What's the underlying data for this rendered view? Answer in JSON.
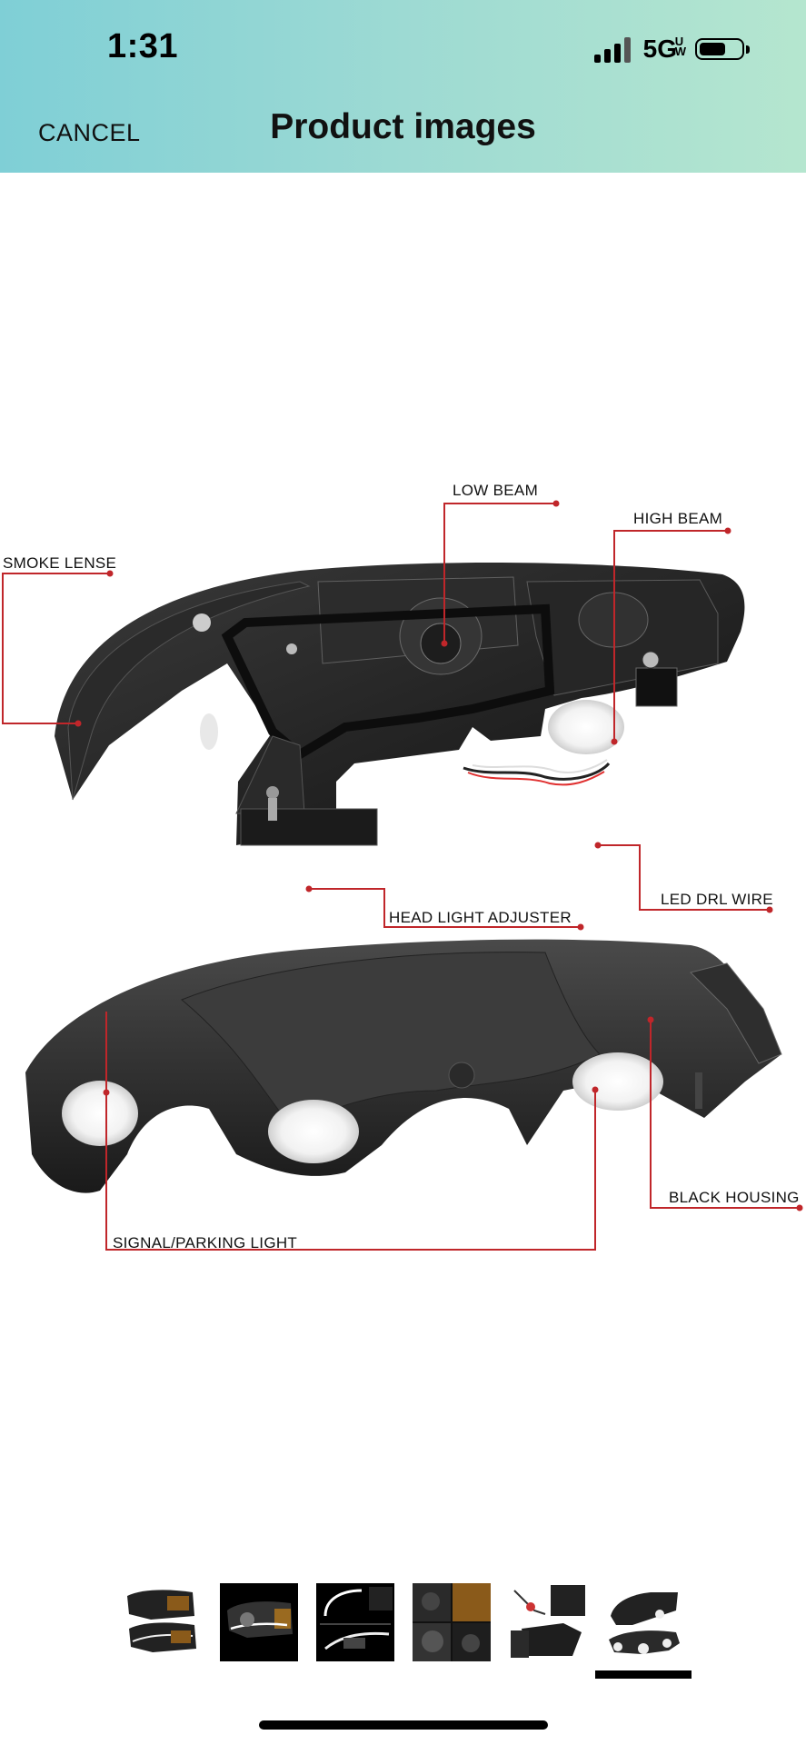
{
  "status_bar": {
    "time": "1:31",
    "network": "5G",
    "network_sup": "U",
    "network_sub": "W",
    "icons": [
      "signal-icon",
      "battery-icon"
    ]
  },
  "header": {
    "cancel_label": "CANCEL",
    "title": "Product images",
    "gradient": [
      "#7fcfd6",
      "#b5e6cf"
    ]
  },
  "image": {
    "callouts": {
      "low_beam": "LOW BEAM",
      "high_beam": "HIGH BEAM",
      "smoke_lense": "SMOKE LENSE",
      "led_drl_wire": "LED DRL WIRE",
      "head_light_adjuster": "HEAD LIGHT ADJUSTER",
      "black_housing": "BLACK HOUSING",
      "signal_parking_light": "SIGNAL/PARKING LIGHT"
    },
    "callout_color": "#c0262a"
  },
  "thumbnails": {
    "count": 6,
    "selected_index": 5
  }
}
